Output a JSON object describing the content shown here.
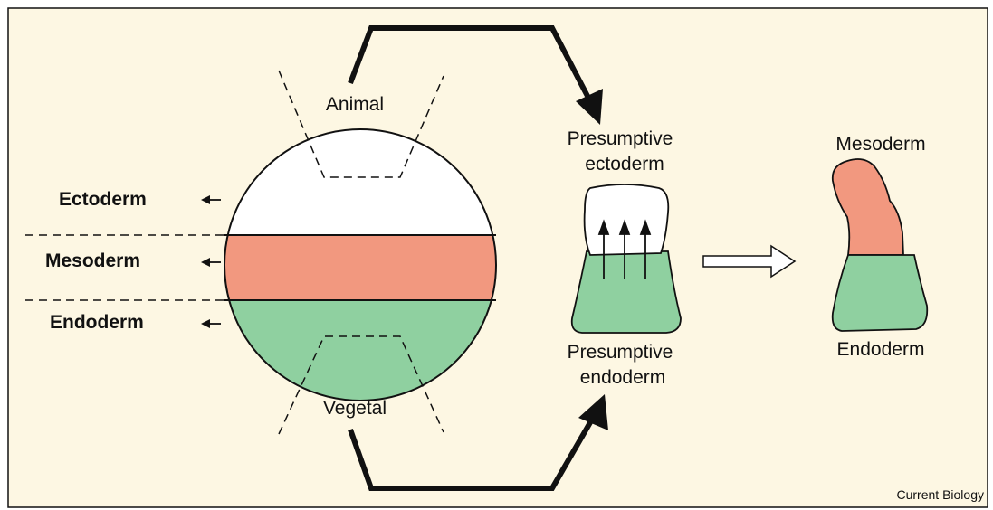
{
  "diagram": {
    "labels": {
      "animal": "Animal",
      "vegetal": "Vegetal",
      "ectoderm": "Ectoderm",
      "mesoderm": "Mesoderm",
      "endoderm": "Endoderm",
      "presumptive_ectoderm_line1": "Presumptive",
      "presumptive_ectoderm_line2": "ectoderm",
      "presumptive_endoderm_line1": "Presumptive",
      "presumptive_endoderm_line2": "endoderm",
      "result_mesoderm": "Mesoderm",
      "result_endoderm": "Endoderm",
      "credit": "Current Biology"
    },
    "colors": {
      "background": "#fdf7e3",
      "mesoderm": "#f2987f",
      "endoderm": "#8fd0a0",
      "ectoderm": "#ffffff",
      "stroke": "#111111"
    }
  }
}
